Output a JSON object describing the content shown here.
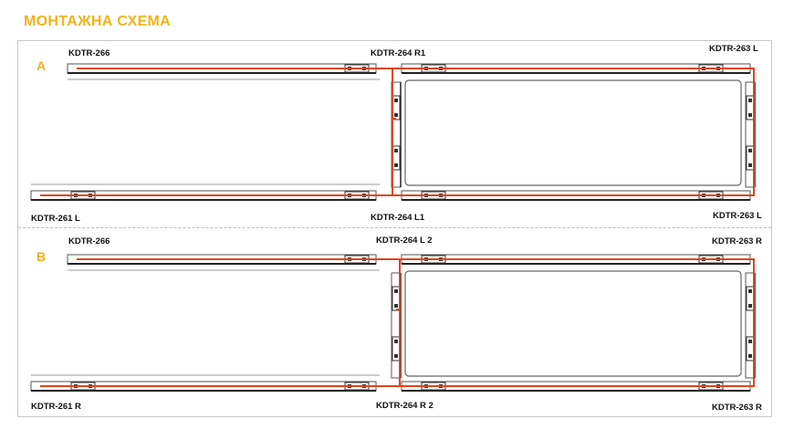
{
  "title": "МОНТАЖНА СХЕМА",
  "sections": [
    {
      "letter": "A",
      "labels": {
        "top_left": "KDTR-266",
        "top_middle": "KDTR-264 R1",
        "top_right": "KDTR-263 L",
        "bottom_left": "KDTR-261 L",
        "bottom_middle": "KDTR-264 L1",
        "bottom_right": "KDTR-263 L"
      }
    },
    {
      "letter": "B",
      "labels": {
        "top_left": "KDTR-266",
        "top_middle": "KDTR-264 L 2",
        "top_right": "KDTR-263 R",
        "bottom_left": "KDTR-261 R",
        "bottom_middle": "KDTR-264 R 2",
        "bottom_right": "KDTR-263 R"
      }
    }
  ],
  "colors": {
    "title": "#f2b21b",
    "cable": "#e0451c",
    "profile": "#555555"
  }
}
